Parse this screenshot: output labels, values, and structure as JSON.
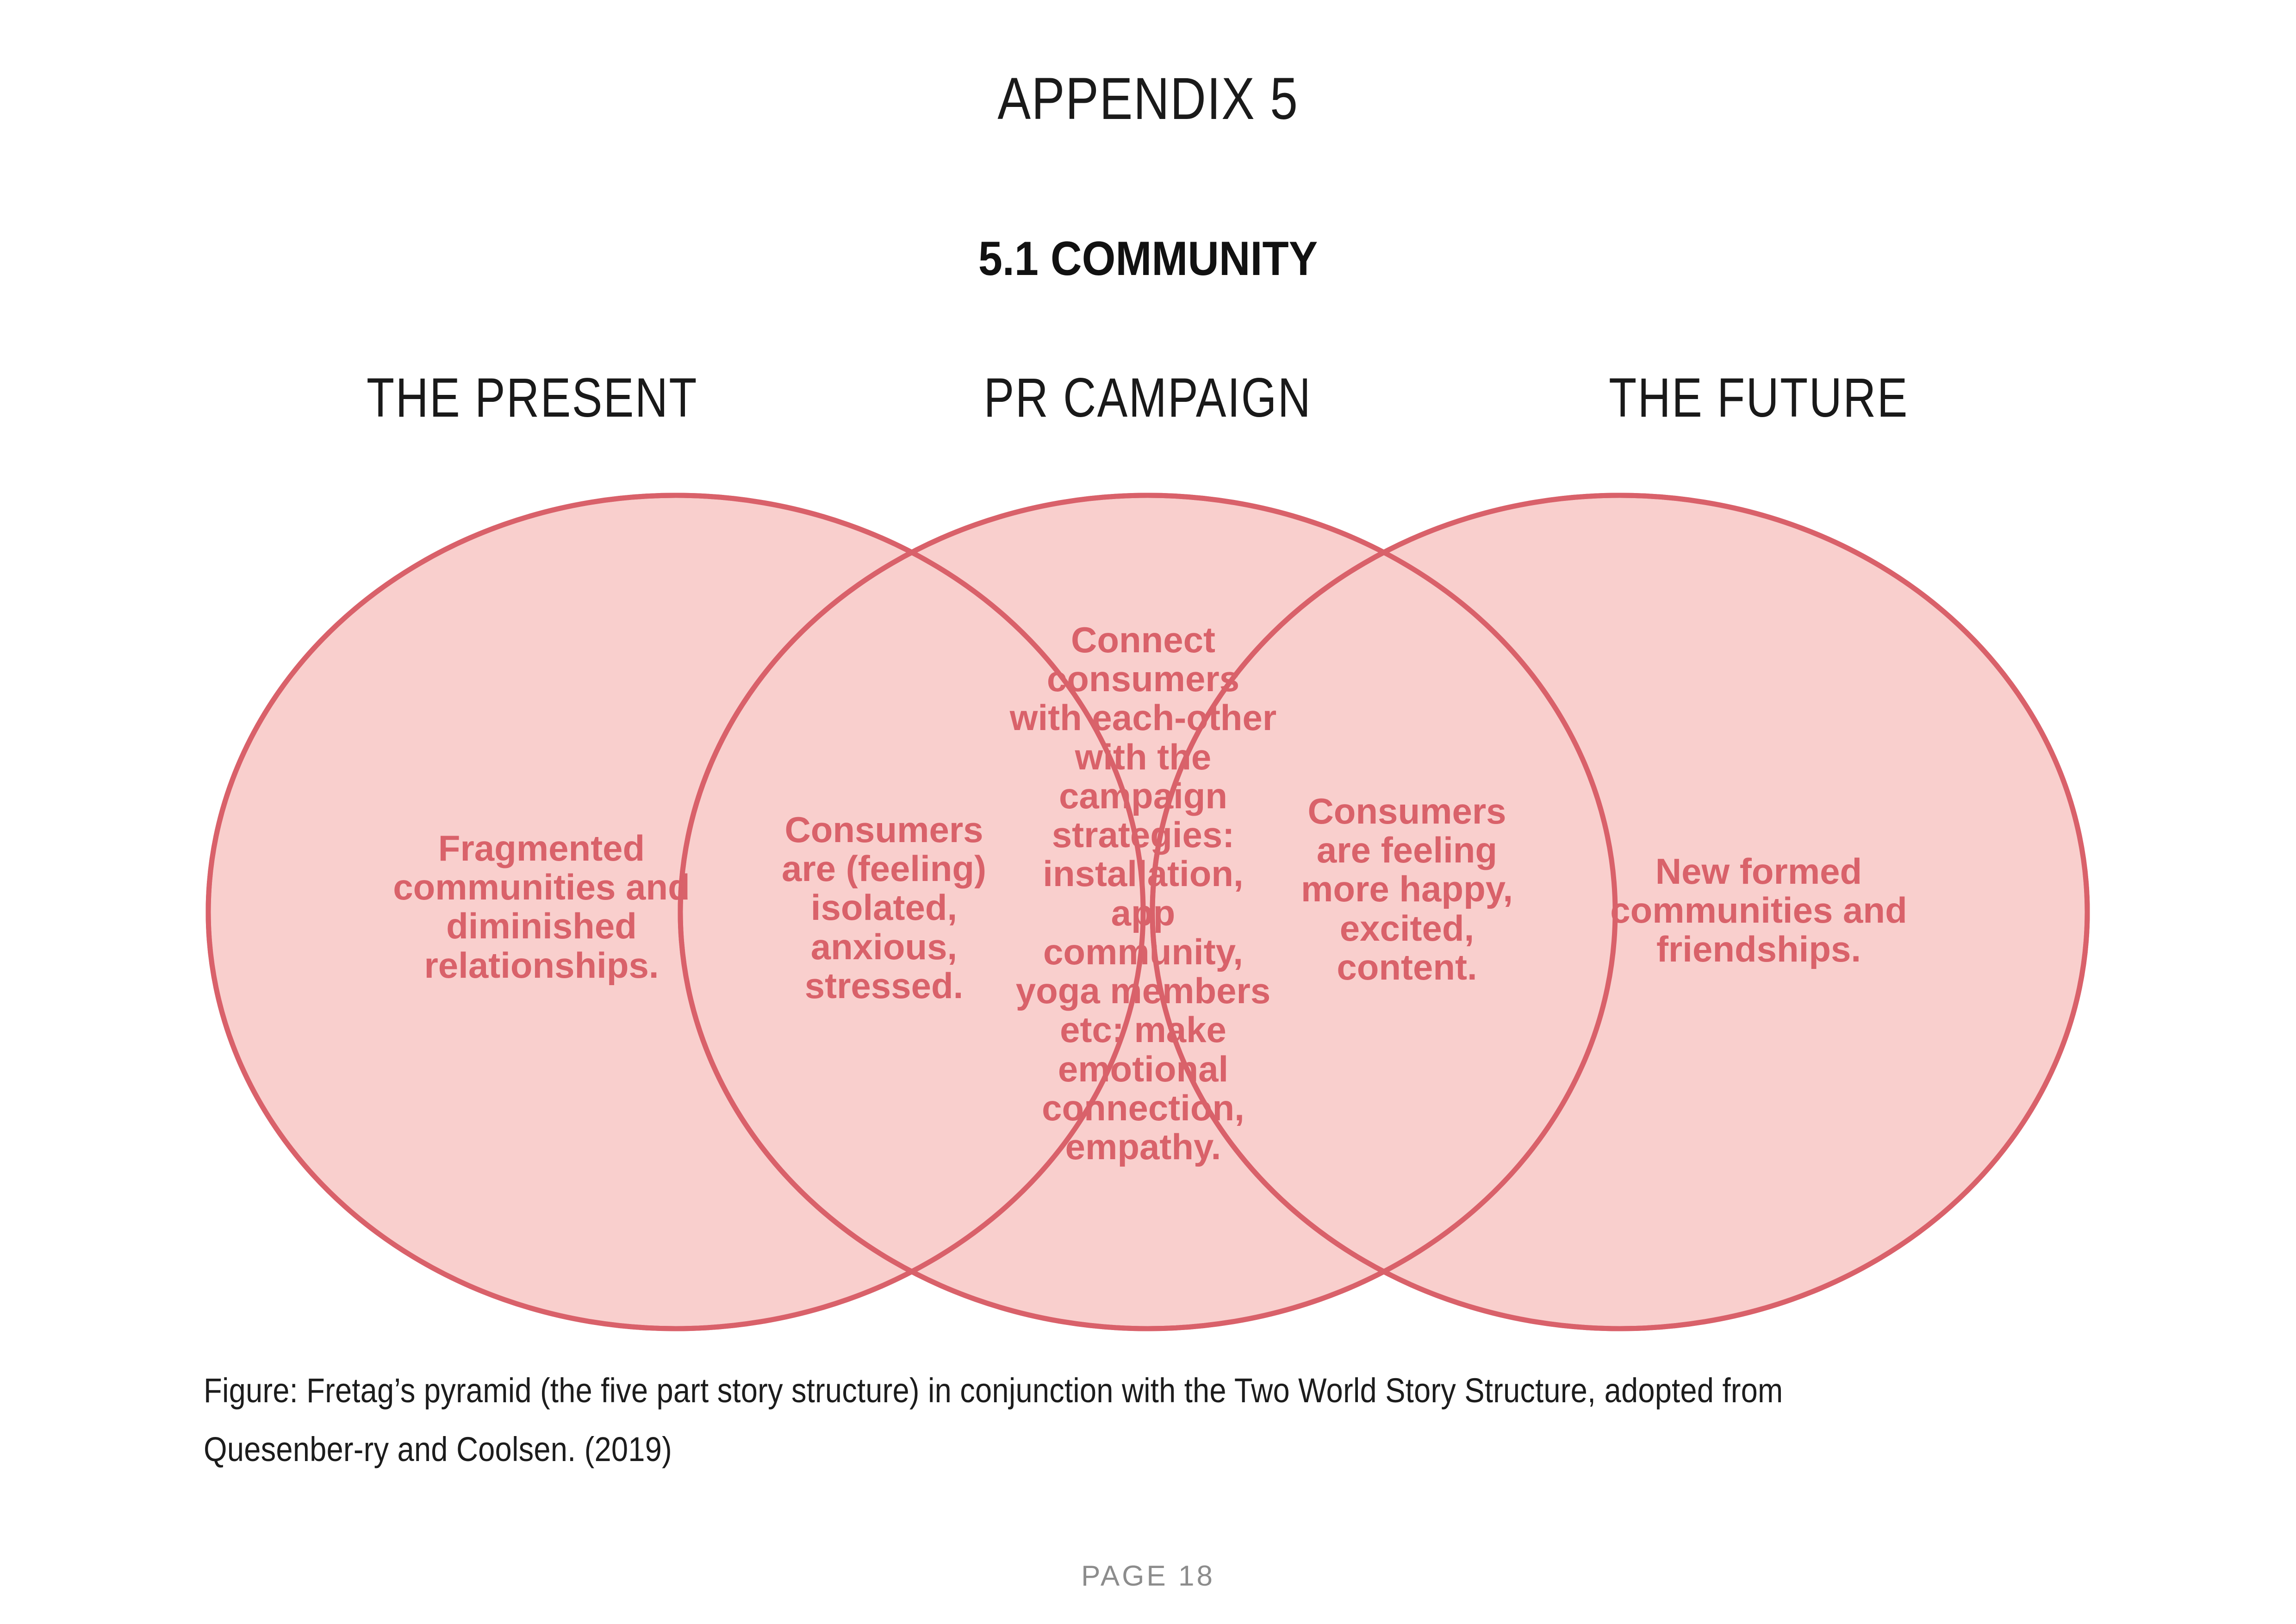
{
  "document": {
    "title": "APPENDIX 5",
    "section_title": "5.1 COMMUNITY",
    "page_footer": "PAGE 18"
  },
  "headings": {
    "present": "THE PRESENT",
    "campaign": "PR CAMPAIGN",
    "future": "THE FUTURE"
  },
  "venn": {
    "fill_color": "#f9cfcd",
    "stroke_color": "#d9616a",
    "text_color": "#d9626a",
    "left_circle": "Fragmented communities and diminished relationships.",
    "overlap_left": "Consumers are (feeling) isolated, anxious, stressed.",
    "center_circle": "Connect consumers with each-other with the campaign strategies: installation, app community, yoga members etc; make emotional connection, empathy.",
    "overlap_right": "Consumers are feeling more happy, excited, content.",
    "right_circle": "New formed communities and friendships."
  },
  "caption": {
    "text": "Figure: Fretag’s pyramid (the five part story structure) in conjunction with the Two World Story Structure, adopted from Quesenber-ry and Coolsen. (2019)"
  }
}
